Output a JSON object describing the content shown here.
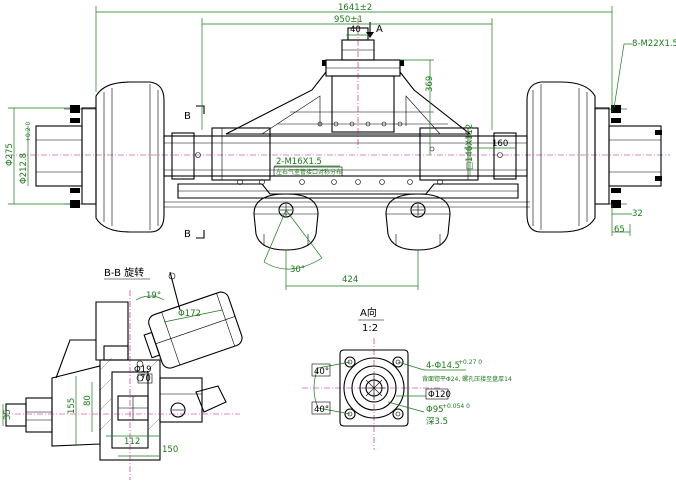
{
  "views": {
    "section_bb": "B-B 旋转",
    "view_a": "A向",
    "view_a_scale": "1:2",
    "section_mark_b": "B",
    "view_arrow_a": "A"
  },
  "dimensions": {
    "overall_length": "1641±2",
    "spring_center": "950±1",
    "flange_offset": "40",
    "height": "369",
    "pad_width": "160",
    "beam_section": "□146X112",
    "bolt_callout": "8-M22X1.5",
    "brake_angle": "30°",
    "chamber_spacing": "424",
    "drum_dia": "Φ275",
    "hub_pilot": "Φ212.8",
    "hub_pilot_tol": "+0.2 0",
    "port_label": "2-M16X1.5",
    "port_note": "左右气室管接口对称分布",
    "offset_32": "32",
    "offset_65": "65",
    "sec_angle": "19°",
    "chamber_dia": "Φ172",
    "pin_dia": "Φ19",
    "ref_70": "70",
    "d35": "35",
    "d155": "155",
    "d80": "80",
    "d112": "112",
    "d150": "150",
    "a_angle1": "40°",
    "a_angle2": "40°",
    "a_holes": "4-Φ14.5",
    "a_holes_tol": "+0.27 0",
    "a_hole_note": "背面锪平Φ24, 螺孔压接至盘厚14",
    "a_bore": "Φ120",
    "a_pilot": "Φ95",
    "a_pilot_tol": "+0.054 0",
    "a_depth": "深3.5"
  },
  "colors": {
    "outline": "#000000",
    "dimension_green": "#1a7a1a",
    "center_magenta": "#c0107a"
  }
}
